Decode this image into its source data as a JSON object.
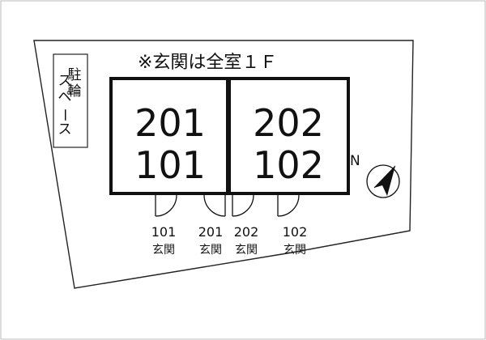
{
  "note": "※玄関は全室１Ｆ",
  "parking": {
    "col1": [
      "駐",
      "輪"
    ],
    "col2": [
      "ス",
      "ペ",
      "ー",
      "ス"
    ]
  },
  "units": [
    {
      "upper": "201",
      "lower": "101"
    },
    {
      "upper": "202",
      "lower": "102"
    }
  ],
  "entrances": [
    {
      "number": "101",
      "label": "玄関"
    },
    {
      "number": "201",
      "label": "玄関"
    },
    {
      "number": "202",
      "label": "玄関"
    },
    {
      "number": "102",
      "label": "玄関"
    }
  ],
  "compass": {
    "label": "N"
  }
}
